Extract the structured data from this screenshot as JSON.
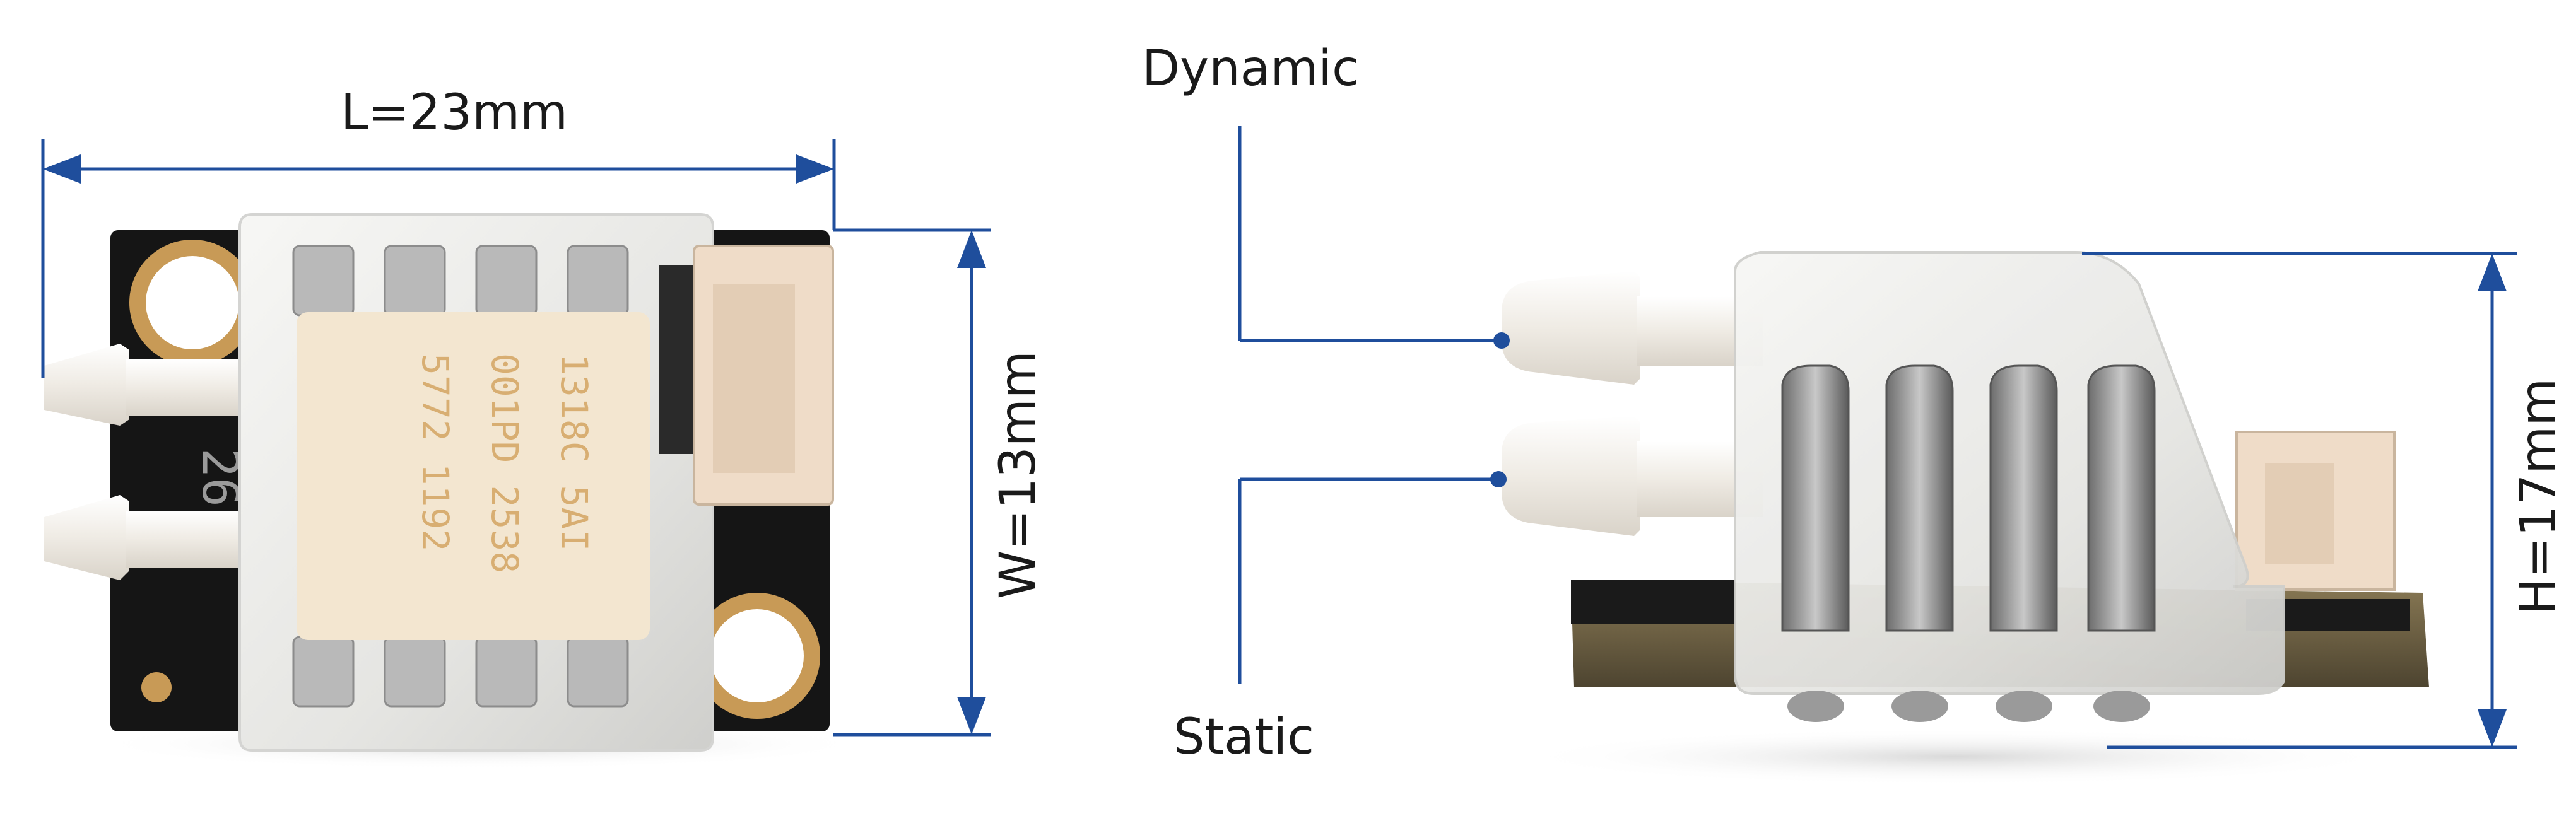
{
  "annotations": {
    "length": "L=23mm",
    "width": "W=13mm",
    "height": "H=17mm",
    "dynamic_port": "Dynamic",
    "static_port": "Static"
  },
  "sensor_marking": {
    "line1": "1318C    5AI",
    "line2": "001PD   2538",
    "line3": "5772     1192"
  },
  "pcb_marking": "26",
  "colors": {
    "dimension_line": "#1f4e9c",
    "pcb": "#151515",
    "copper_pad": "#c89a56",
    "tube": "#f2efe9",
    "housing": "#ececea",
    "chip_label": "#f3e6d0",
    "marking_text": "#d8ae72",
    "connector": "#efdcc8"
  }
}
